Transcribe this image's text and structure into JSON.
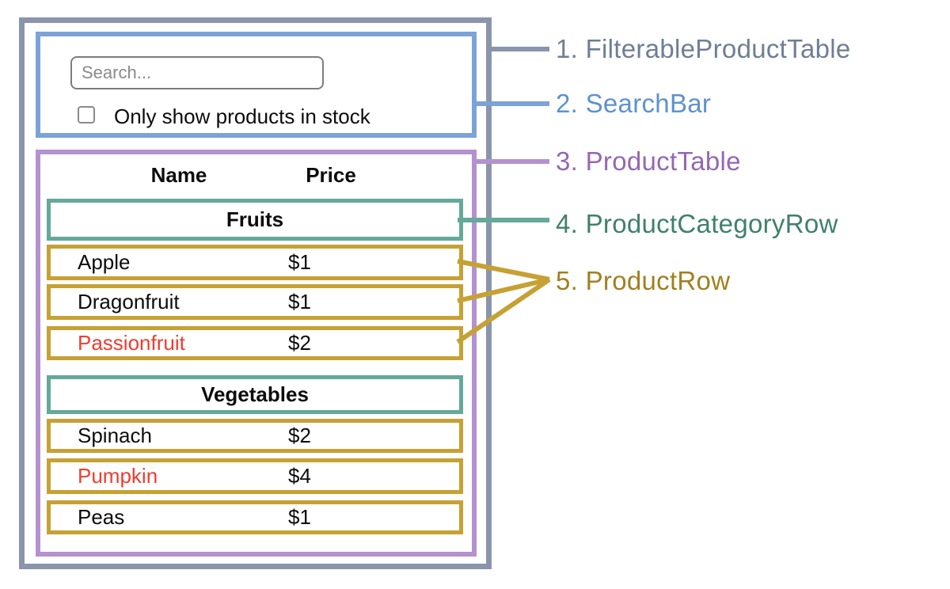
{
  "search_bar": {
    "placeholder": "Search...",
    "checkbox_label": "Only show products in stock"
  },
  "product_table": {
    "header": {
      "name": "Name",
      "price": "Price"
    },
    "groups": [
      {
        "category": "Fruits",
        "rows": [
          {
            "name": "Apple",
            "price": "$1"
          },
          {
            "name": "Dragonfruit",
            "price": "$1"
          },
          {
            "name": "Passionfruit",
            "price": "$2",
            "name_color": "#f23b2d"
          }
        ]
      },
      {
        "category": "Vegetables",
        "rows": [
          {
            "name": "Spinach",
            "price": "$2"
          },
          {
            "name": "Pumpkin",
            "price": "$4",
            "name_color": "#f23b2d"
          },
          {
            "name": "Peas",
            "price": "$1"
          }
        ]
      }
    ]
  },
  "legend": [
    {
      "label": "1. FilterableProductTable",
      "color": "#6e7e96"
    },
    {
      "label": "2. SearchBar",
      "color": "#5e92cc"
    },
    {
      "label": "3. ProductTable",
      "color": "#9467b3"
    },
    {
      "label": "4. ProductCategoryRow",
      "color": "#40806d"
    },
    {
      "label": "5. ProductRow",
      "color": "#a1801f"
    }
  ],
  "colors": {
    "outer_border": "#8a94ab",
    "searchbar_border": "#7ba3d8",
    "table_border": "#b491cf",
    "category_border": "#64a99a",
    "row_border": "#c6a133",
    "out_of_stock_text": "#f23b2d"
  }
}
